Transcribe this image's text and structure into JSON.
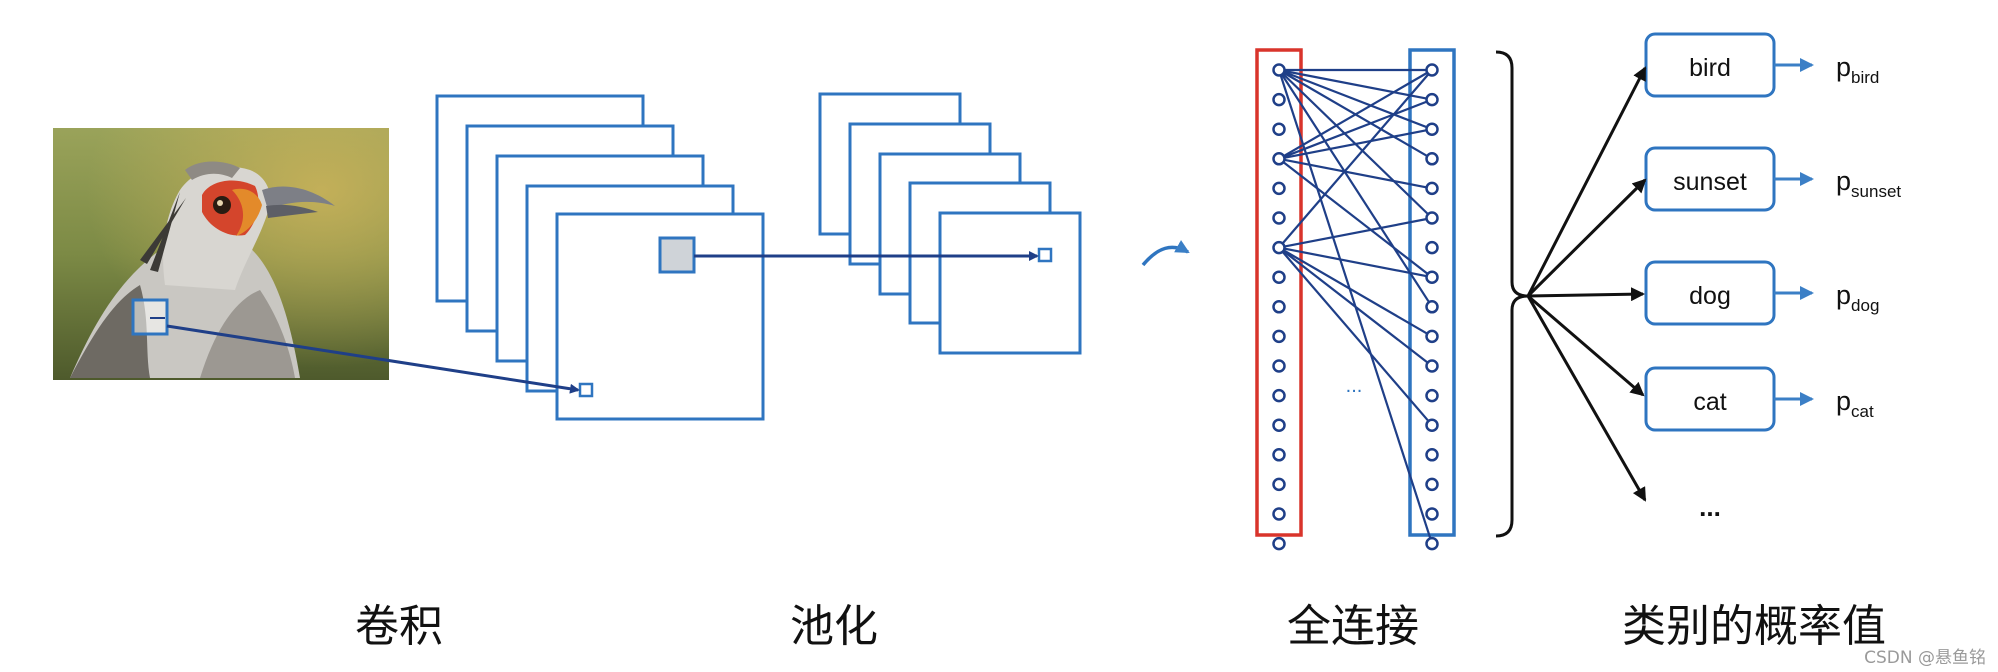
{
  "stages": {
    "conv": "卷积",
    "pool": "池化",
    "fc": "全连接",
    "prob": "类别的概率值"
  },
  "classes": [
    {
      "label": "bird",
      "prob_main": "p",
      "prob_sub": "bird"
    },
    {
      "label": "sunset",
      "prob_main": "p",
      "prob_sub": "sunset"
    },
    {
      "label": "dog",
      "prob_main": "p",
      "prob_sub": "dog"
    },
    {
      "label": "cat",
      "prob_main": "p",
      "prob_sub": "cat"
    }
  ],
  "more_classes": "...",
  "more_neurons": "...",
  "watermark": "CSDN @悬鱼铭",
  "colors": {
    "blue": "#2f75c0",
    "dark_blue": "#1f3f88",
    "red": "#d9342b",
    "arrow_black": "#111111"
  }
}
